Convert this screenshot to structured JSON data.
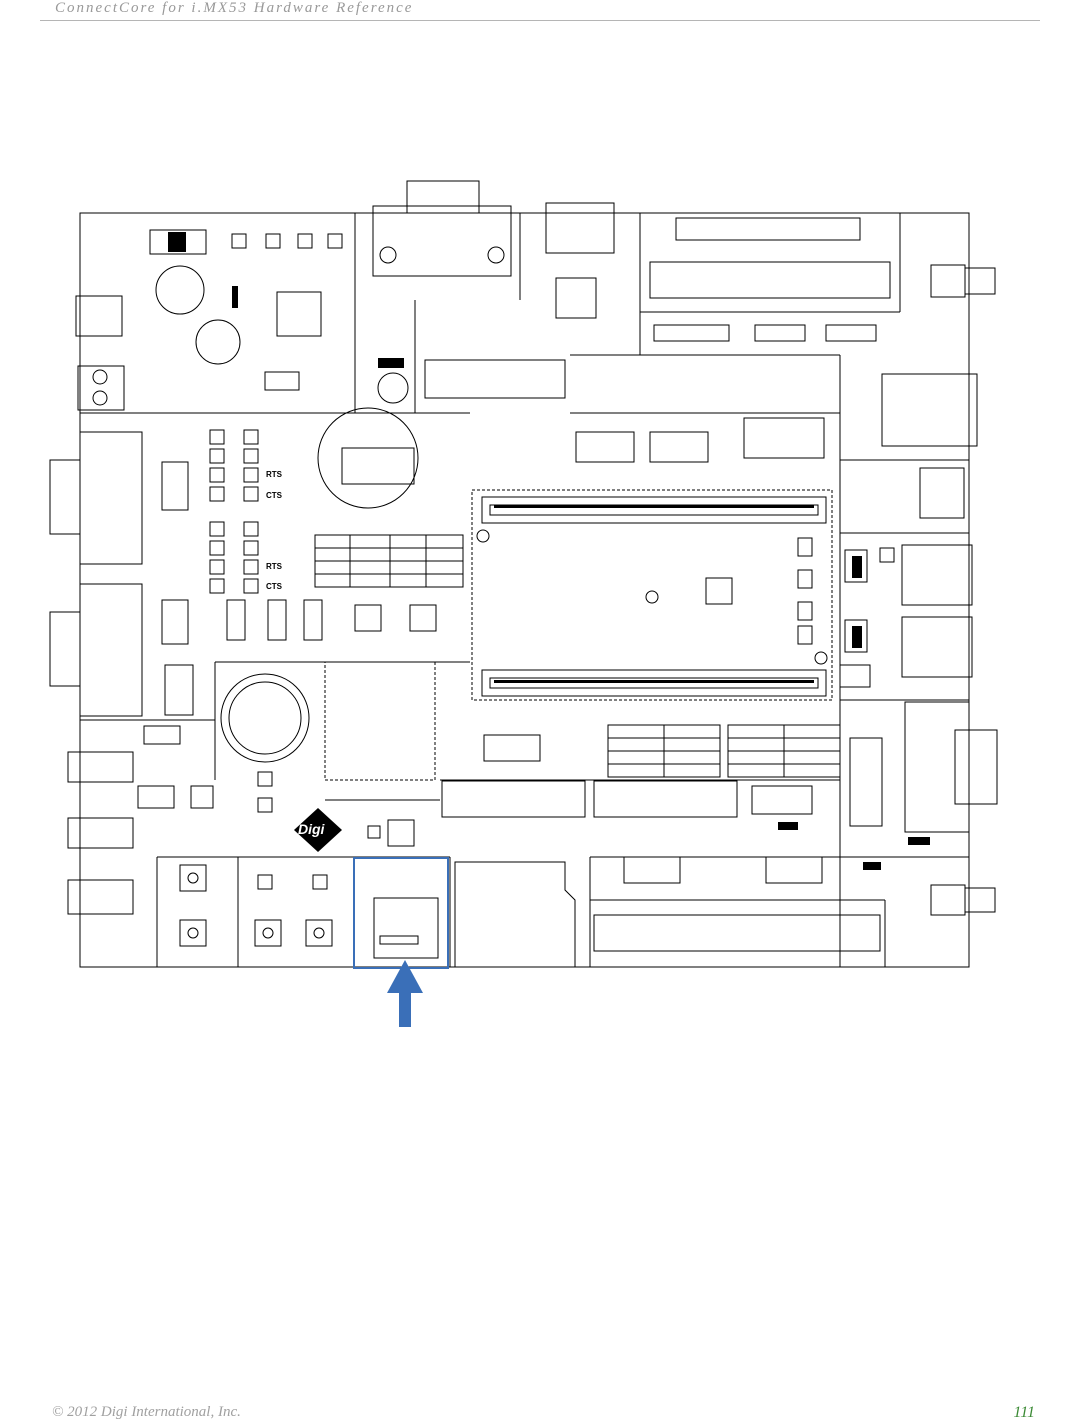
{
  "header": {
    "title": "ConnectCore for i.MX53 Hardware Reference"
  },
  "footer": {
    "copyright": "© 2012 Digi International, Inc.",
    "page_number": "111"
  },
  "figure": {
    "silkscreen": {
      "rts_1": "RTS",
      "cts_1": "CTS",
      "rts_2": "RTS",
      "cts_2": "CTS"
    },
    "logo": "Digi",
    "highlight_color": "#3a6fb8",
    "arrow_color": "#3a6fb8"
  }
}
